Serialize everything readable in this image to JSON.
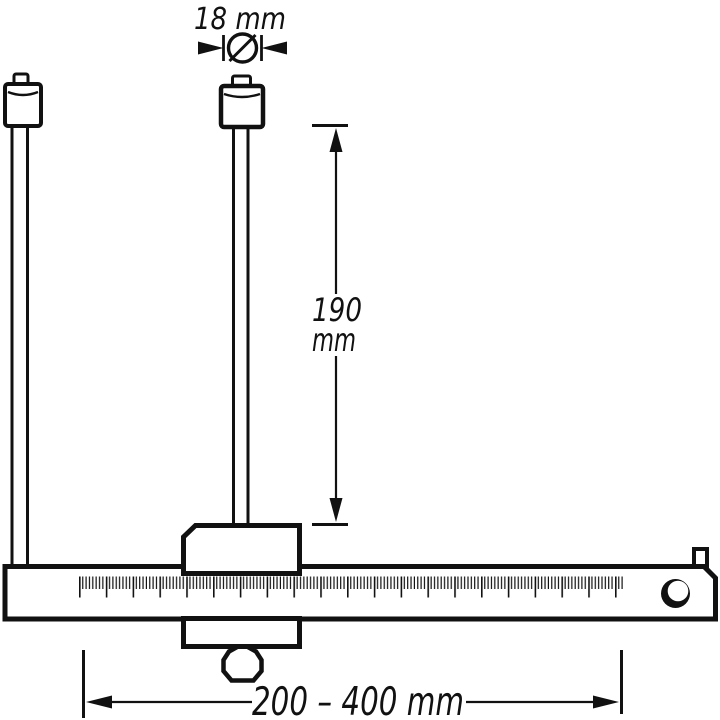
{
  "drawing": {
    "subject": "sliding caliper gauge with two vertical measuring pins on a graduated beam",
    "colors": {
      "line": "#111111",
      "background": "#ffffff"
    },
    "annotations": {
      "pin_diameter": {
        "label": "18 mm",
        "symbol": "Ø"
      },
      "pin_length": {
        "value": "190",
        "unit": "mm"
      },
      "span_range": {
        "label": "200 – 400 mm"
      }
    },
    "icons": {
      "diameter_symbol": "circle-with-slash (Ø)",
      "dimension_arrows": "filled triangular arrowheads with end bars"
    },
    "ruler": {
      "has_scale_ticks": true,
      "tick_style": "minor ticks with longer major ticks"
    }
  }
}
